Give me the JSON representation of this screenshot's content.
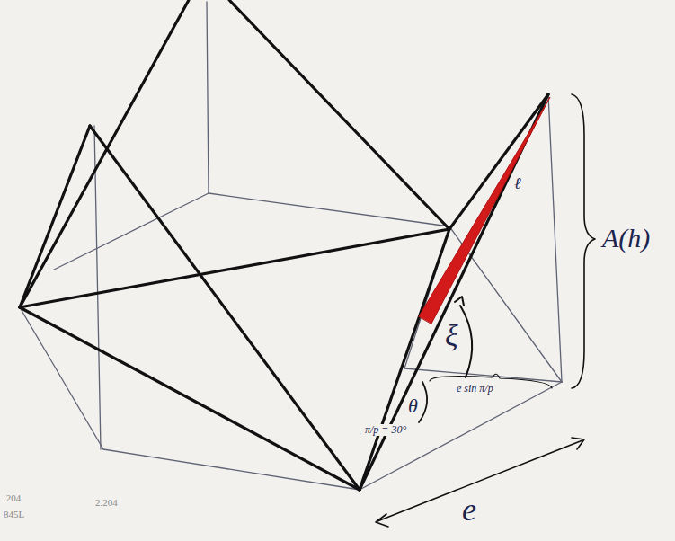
{
  "diagram": {
    "labels": [
      "A(h)",
      "ℓ",
      "ξ",
      "θ",
      "e sin π/p",
      "π/p = 30°",
      "e",
      ".204",
      "845L",
      "2.204"
    ]
  }
}
